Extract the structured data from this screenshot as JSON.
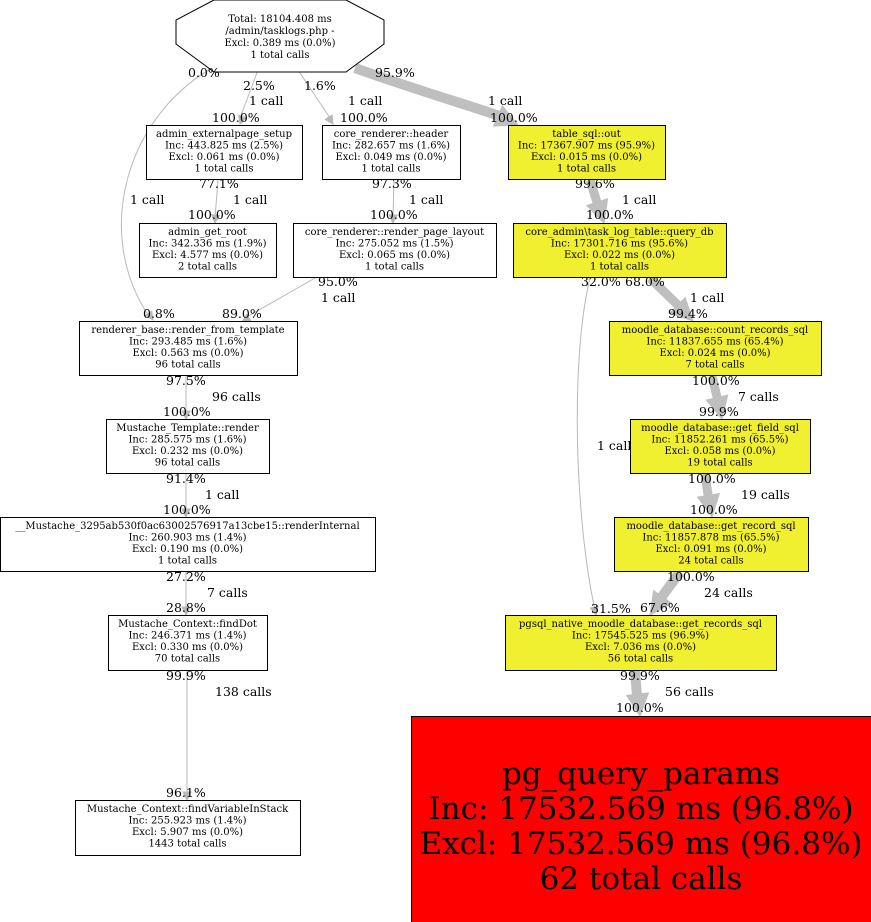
{
  "graph": {
    "nodes": [
      {
        "id": "root",
        "name": "Total: 18104.408 ms",
        "lines": [
          "/admin/tasklogs.php  -",
          "Excl: 0.389 ms (0.0%)",
          "1 total calls"
        ],
        "fill": "#ffffff"
      },
      {
        "id": "admin_ext",
        "lines": [
          "admin_externalpage_setup",
          "Inc: 443.825 ms (2.5%)",
          "Excl: 0.061 ms (0.0%)",
          "1 total calls"
        ],
        "fill": "#ffffff"
      },
      {
        "id": "core_header",
        "lines": [
          "core_renderer::header",
          "Inc: 282.657 ms (1.6%)",
          "Excl: 0.049 ms (0.0%)",
          "1 total calls"
        ],
        "fill": "#ffffff"
      },
      {
        "id": "table_out",
        "lines": [
          "table_sql::out",
          "Inc: 17367.907 ms (95.9%)",
          "Excl: 0.015 ms (0.0%)",
          "1 total calls"
        ],
        "fill": "#f0f030"
      },
      {
        "id": "admin_root",
        "lines": [
          "admin_get_root",
          "Inc: 342.336 ms (1.9%)",
          "Excl: 4.577 ms (0.0%)",
          "2 total calls"
        ],
        "fill": "#ffffff"
      },
      {
        "id": "render_layout",
        "lines": [
          "core_renderer::render_page_layout",
          "Inc: 275.052 ms (1.5%)",
          "Excl: 0.065 ms (0.0%)",
          "1 total calls"
        ],
        "fill": "#ffffff"
      },
      {
        "id": "query_db",
        "lines": [
          "core_admin\\task_log_table::query_db",
          "Inc: 17301.716 ms (95.6%)",
          "Excl: 0.022 ms (0.0%)",
          "1 total calls"
        ],
        "fill": "#f0f030"
      },
      {
        "id": "render_tpl",
        "lines": [
          "renderer_base::render_from_template",
          "Inc: 293.485 ms (1.6%)",
          "Excl: 0.563 ms (0.0%)",
          "96 total calls"
        ],
        "fill": "#ffffff"
      },
      {
        "id": "count_records",
        "lines": [
          "moodle_database::count_records_sql",
          "Inc: 11837.655 ms (65.4%)",
          "Excl: 0.024 ms (0.0%)",
          "7 total calls"
        ],
        "fill": "#f0f030"
      },
      {
        "id": "mus_render",
        "lines": [
          "Mustache_Template::render",
          "Inc: 285.575 ms (1.6%)",
          "Excl: 0.232 ms (0.0%)",
          "96 total calls"
        ],
        "fill": "#ffffff"
      },
      {
        "id": "get_field",
        "lines": [
          "moodle_database::get_field_sql",
          "Inc: 11852.261 ms (65.5%)",
          "Excl: 0.058 ms (0.0%)",
          "19 total calls"
        ],
        "fill": "#f0f030"
      },
      {
        "id": "mus_internal",
        "lines": [
          "__Mustache_3295ab530f0ac63002576917a13cbe15::renderInternal",
          "Inc: 260.903 ms (1.4%)",
          "Excl: 0.190 ms (0.0%)",
          "1 total calls"
        ],
        "fill": "#ffffff"
      },
      {
        "id": "get_record",
        "lines": [
          "moodle_database::get_record_sql",
          "Inc: 11857.878 ms (65.5%)",
          "Excl: 0.091 ms (0.0%)",
          "24 total calls"
        ],
        "fill": "#f0f030"
      },
      {
        "id": "find_dot",
        "lines": [
          "Mustache_Context::findDot",
          "Inc: 246.371 ms (1.4%)",
          "Excl: 0.330 ms (0.0%)",
          "70 total calls"
        ],
        "fill": "#ffffff"
      },
      {
        "id": "pgsql",
        "lines": [
          "pgsql_native_moodle_database::get_records_sql",
          "Inc: 17545.525 ms (96.9%)",
          "Excl: 7.036 ms (0.0%)",
          "56 total calls"
        ],
        "fill": "#f0f030"
      },
      {
        "id": "find_var",
        "lines": [
          "Mustache_Context::findVariableInStack",
          "Inc: 255.923 ms (1.4%)",
          "Excl: 5.907 ms (0.0%)",
          "1443 total calls"
        ],
        "fill": "#ffffff"
      },
      {
        "id": "pg_query",
        "lines": [
          "pg_query_params",
          "Inc: 17532.569 ms (96.8%)",
          "Excl: 17532.569 ms (96.8%)",
          "62 total calls"
        ],
        "fill": "#ff0000"
      }
    ],
    "edges": [
      {
        "from": "root",
        "to": "admin_ext",
        "calls": "1 call",
        "out_pct": "2.5%",
        "in_pct": "100.0%"
      },
      {
        "from": "root",
        "to": "core_header",
        "calls": "1 call",
        "out_pct": "1.6%",
        "in_pct": "100.0%"
      },
      {
        "from": "root",
        "to": "table_out",
        "calls": "1 call",
        "out_pct": "95.9%",
        "in_pct": "100.0%"
      },
      {
        "from": "root",
        "to": "render_tpl",
        "calls": "1 call",
        "out_pct": "0.0%",
        "in_pct": "0.8%"
      },
      {
        "from": "admin_ext",
        "to": "admin_root",
        "calls": "1 call",
        "out_pct": "77.1%",
        "in_pct": "100.0%"
      },
      {
        "from": "core_header",
        "to": "render_layout",
        "calls": "1 call",
        "out_pct": "97.3%",
        "in_pct": "100.0%"
      },
      {
        "from": "table_out",
        "to": "query_db",
        "calls": "1 call",
        "out_pct": "99.6%",
        "in_pct": "100.0%"
      },
      {
        "from": "render_layout",
        "to": "render_tpl",
        "calls": "1 call",
        "out_pct": "95.0%",
        "in_pct": "89.0%"
      },
      {
        "from": "query_db",
        "to": "count_records",
        "calls": "1 call",
        "out_pct": "68.0%",
        "in_pct": "99.4%"
      },
      {
        "from": "query_db",
        "to": "pgsql",
        "calls": "1 call",
        "out_pct": "32.0%",
        "in_pct": "31.5%"
      },
      {
        "from": "render_tpl",
        "to": "mus_render",
        "calls": "96 calls",
        "out_pct": "97.5%",
        "in_pct": "100.0%"
      },
      {
        "from": "count_records",
        "to": "get_field",
        "calls": "7 calls",
        "out_pct": "100.0%",
        "in_pct": "99.9%"
      },
      {
        "from": "mus_render",
        "to": "mus_internal",
        "calls": "1 call",
        "out_pct": "91.4%",
        "in_pct": "100.0%"
      },
      {
        "from": "get_field",
        "to": "get_record",
        "calls": "19 calls",
        "out_pct": "100.0%",
        "in_pct": "100.0%"
      },
      {
        "from": "mus_internal",
        "to": "find_dot",
        "calls": "7 calls",
        "out_pct": "27.2%",
        "in_pct": "28.8%"
      },
      {
        "from": "get_record",
        "to": "pgsql",
        "calls": "24 calls",
        "out_pct": "100.0%",
        "in_pct": "67.6%"
      },
      {
        "from": "find_dot",
        "to": "find_var",
        "calls": "138 calls",
        "out_pct": "99.9%",
        "in_pct": "96.1%"
      },
      {
        "from": "pgsql",
        "to": "pg_query",
        "calls": "56 calls",
        "out_pct": "99.9%",
        "in_pct": "100.0%"
      }
    ]
  }
}
